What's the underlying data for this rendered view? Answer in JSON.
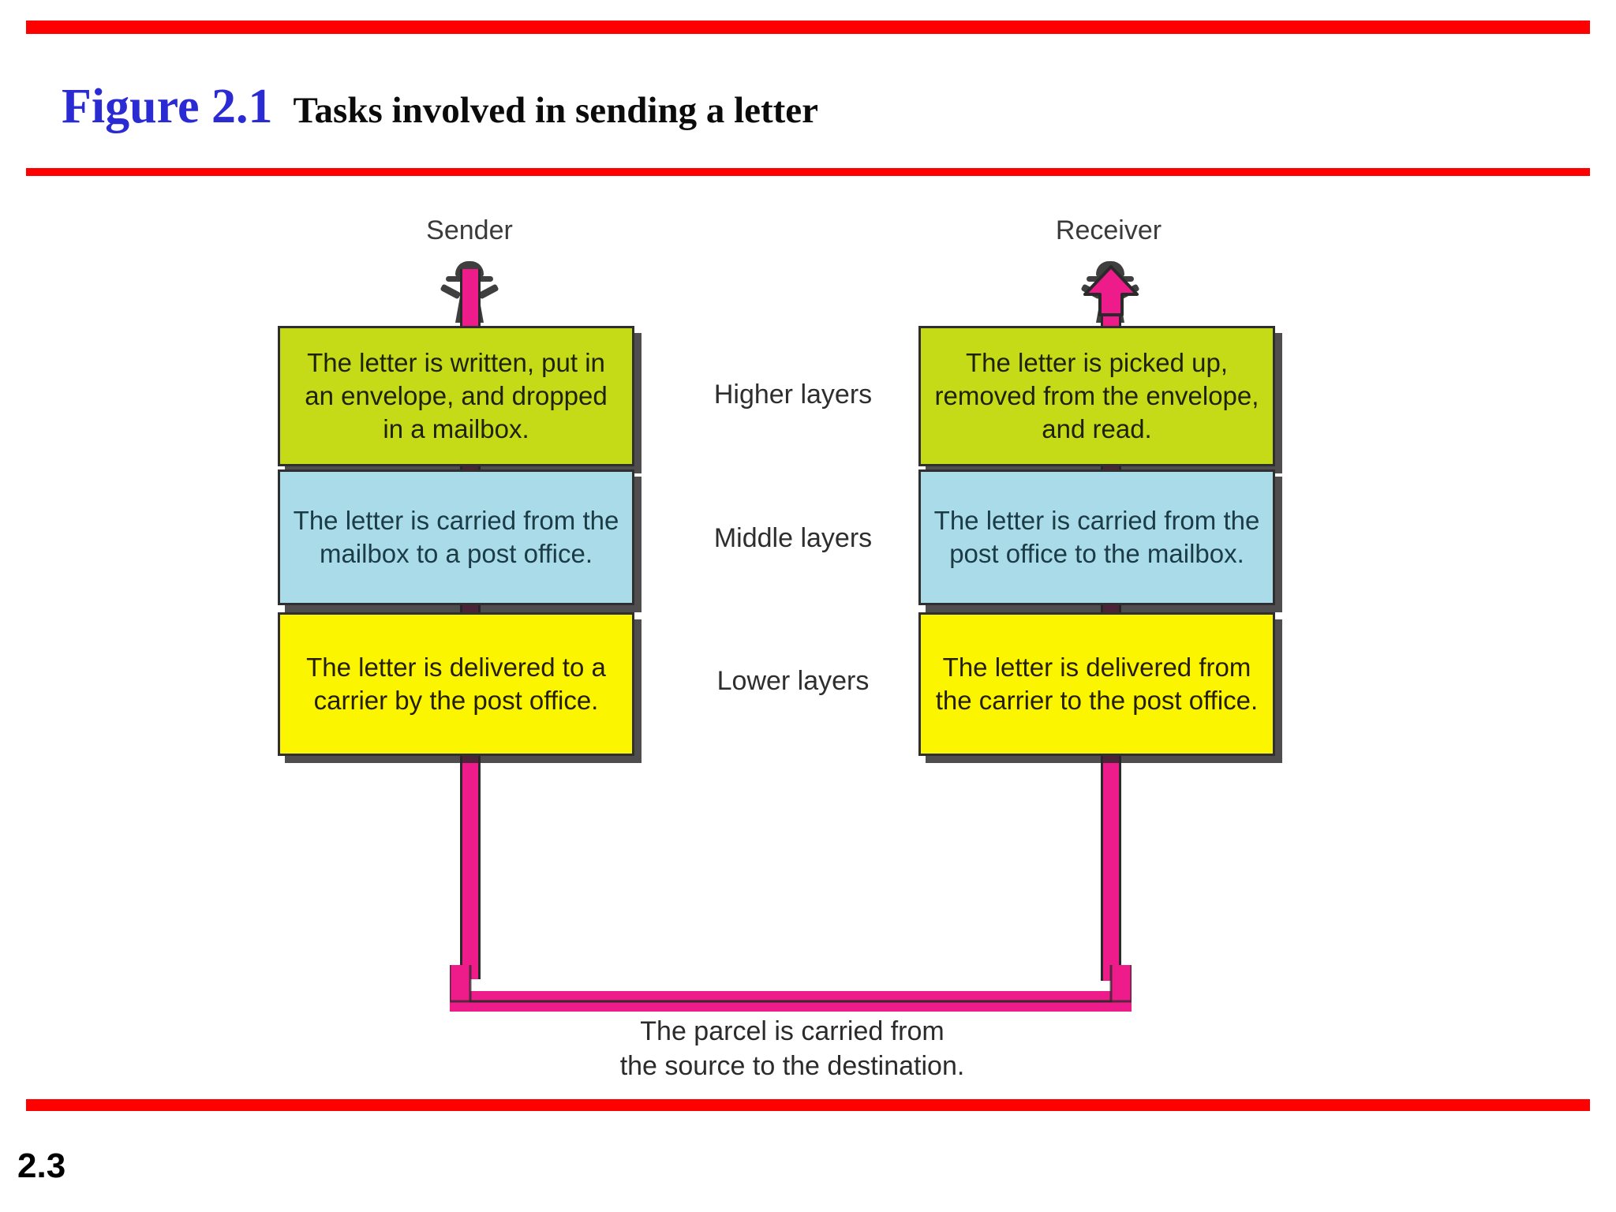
{
  "page": {
    "figure_number": "Figure 2.1",
    "figure_title": "Tasks involved in sending a letter",
    "page_number": "2.3",
    "accent_red": "#FF0000",
    "figure_number_color": "#2B2BD4"
  },
  "diagram": {
    "type": "flow-diagram",
    "sender_label": "Sender",
    "receiver_label": "Receiver",
    "layer_labels": [
      "Higher layers",
      "Middle layers",
      "Lower layers"
    ],
    "sender_boxes": [
      {
        "layer": "higher",
        "color": "#C6DB18",
        "text": "The letter is written, put in an envelope, and dropped in a mailbox."
      },
      {
        "layer": "middle",
        "color": "#A9DCE8",
        "text": "The letter is carried from the mailbox to a post office."
      },
      {
        "layer": "lower",
        "color": "#FCF500",
        "text": "The letter is delivered to a carrier by the post office."
      }
    ],
    "receiver_boxes": [
      {
        "layer": "higher",
        "color": "#C6DB18",
        "text": "The letter is picked up, removed from the envelope, and read."
      },
      {
        "layer": "middle",
        "color": "#A9DCE8",
        "text": "The letter is carried from the post office to the mailbox."
      },
      {
        "layer": "lower",
        "color": "#FCF500",
        "text": "The letter is delivered from the carrier to the post office."
      }
    ],
    "bottom_caption_line1": "The parcel is carried from",
    "bottom_caption_line2": "the source to the destination.",
    "flow_color": "#EE1C8B",
    "flow_direction": "sender-down-across-receiver-up"
  }
}
